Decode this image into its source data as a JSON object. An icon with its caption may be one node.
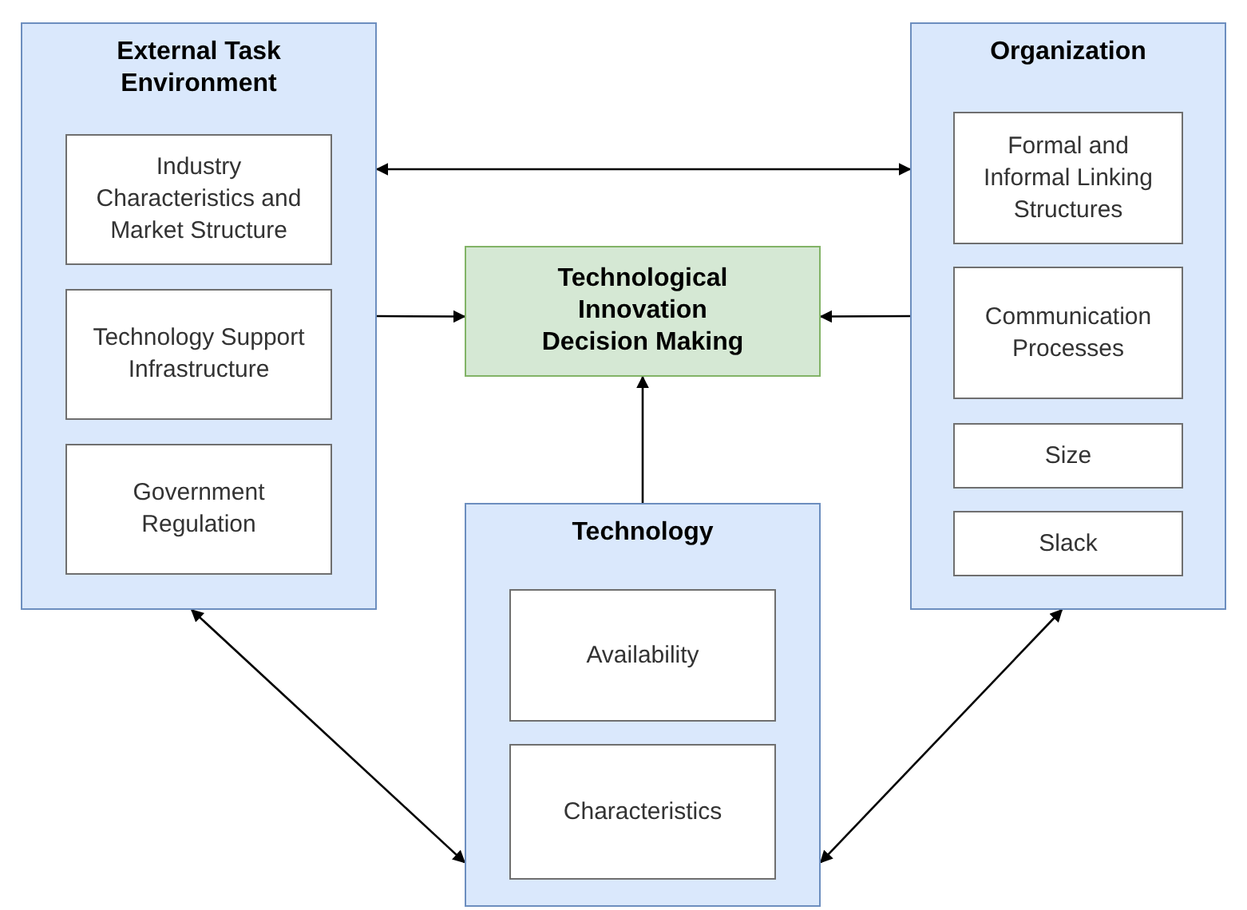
{
  "diagram": {
    "nodes": [
      {
        "text": [
          "External Task Environment"
        ]
      },
      {
        "text": [
          "Industry Characteristics and Market Structure"
        ],
        "in": 0
      },
      {
        "text": [
          "Technology Support Infrastructure"
        ],
        "in": 0
      },
      {
        "text": [
          "Government Regulation"
        ],
        "in": 0
      },
      {
        "text": [
          "Organization"
        ]
      },
      {
        "text": [
          "Formal and Informal Linking Structures"
        ],
        "in": 4
      },
      {
        "text": [
          "Communication Processes"
        ],
        "in": 4
      },
      {
        "text": [
          "Size"
        ],
        "in": 4
      },
      {
        "text": [
          "Slack"
        ],
        "in": 4
      },
      {
        "text": [
          "Technological Innovation Decision Making"
        ]
      },
      {
        "text": [
          "Technology"
        ]
      },
      {
        "text": [
          "Availability"
        ],
        "in": 10
      },
      {
        "text": [
          "Characteristics"
        ],
        "in": 10
      }
    ],
    "edges": [
      {
        "from": 0,
        "to": 4,
        "arrow": "both"
      },
      {
        "from": 0,
        "to": 9,
        "arrow": "to"
      },
      {
        "from": 4,
        "to": 9,
        "arrow": "to"
      },
      {
        "from": 10,
        "to": 9,
        "arrow": "to"
      },
      {
        "from": 0,
        "to": 10,
        "arrow": "both"
      },
      {
        "from": 4,
        "to": 10,
        "arrow": "both"
      }
    ]
  }
}
